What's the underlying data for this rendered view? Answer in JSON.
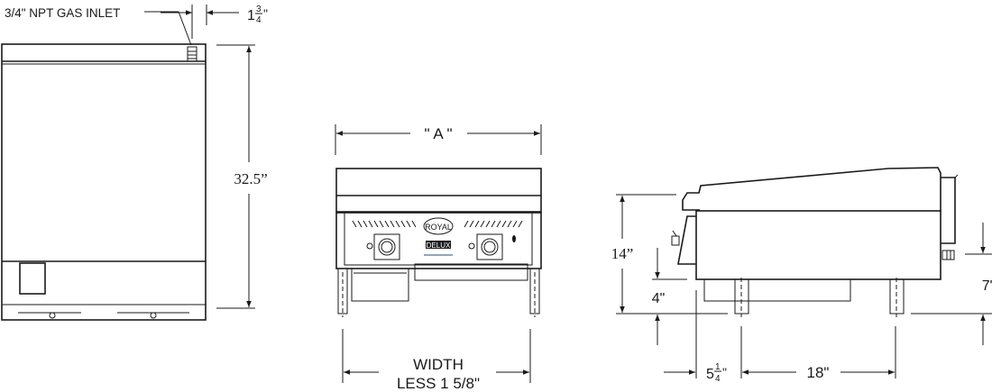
{
  "labels": {
    "gas_inlet": "3/4\" NPT GAS INLET",
    "inlet_offset_whole": "1",
    "inlet_offset_num": "3",
    "inlet_offset_den": "4",
    "inlet_offset_unit": "\"",
    "depth": "32.5”",
    "width_a": "\" A \"",
    "width_line1": "WIDTH",
    "width_line2": "LESS 1 5/8\"",
    "height": "14”",
    "leg_height": "4\"",
    "inlet_height": "7\"",
    "front_offset_whole": "5",
    "front_offset_num": "1",
    "front_offset_den": "4",
    "front_offset_unit": "\"",
    "leg_spacing": "18\""
  },
  "logo": {
    "brand": "ROYAL",
    "model": "DELUX"
  }
}
